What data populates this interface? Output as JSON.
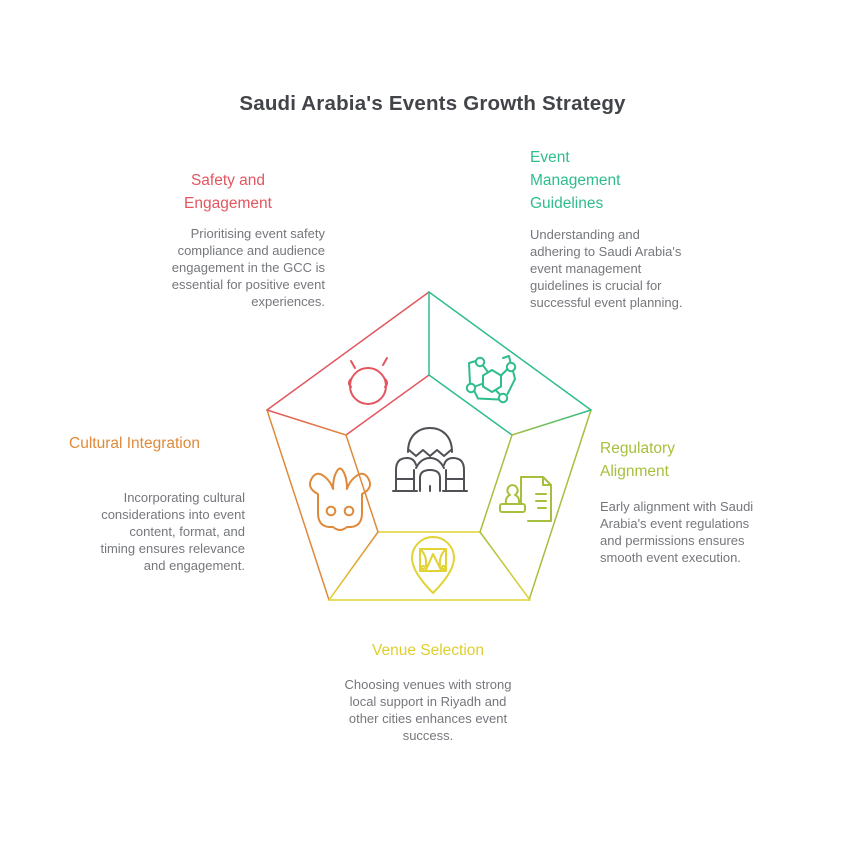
{
  "title": "Saudi Arabia's Events Growth Strategy",
  "colors": {
    "red": "#e4565f",
    "green": "#2ebd8b",
    "olive": "#a6bf3d",
    "yellow": "#e2d233",
    "orange": "#df8a3b",
    "title_text": "#424449",
    "body_text": "#75777c",
    "center_icon": "#4f5156"
  },
  "sections": {
    "safety": {
      "heading": "Safety and Engagement",
      "body": "Prioritising event safety compliance and audience engagement in the GCC is essential for positive event experiences.",
      "color": "#e4565f",
      "icon": "sparkle-ball-icon"
    },
    "management": {
      "heading": "Event Management Guidelines",
      "body": "Understanding and adhering to Saudi Arabia's event management guidelines is crucial for successful event planning.",
      "color": "#2ebd8b",
      "icon": "network-icon"
    },
    "regulatory": {
      "heading": "Regulatory Alignment",
      "body": "Early alignment with Saudi Arabia's event regulations and permissions ensures smooth event execution.",
      "color": "#a6bf3d",
      "icon": "stamp-document-icon"
    },
    "venue": {
      "heading": "Venue Selection",
      "body": "Choosing venues with strong local support in Riyadh and other cities enhances event success.",
      "color": "#e2d233",
      "icon": "venue-pin-icon"
    },
    "cultural": {
      "heading": "Cultural Integration",
      "body": "Incorporating cultural considerations into event content, format, and timing ensures relevance and engagement.",
      "color": "#df8a3b",
      "icon": "carnival-mask-icon"
    }
  },
  "center_icon": "palace-icon"
}
